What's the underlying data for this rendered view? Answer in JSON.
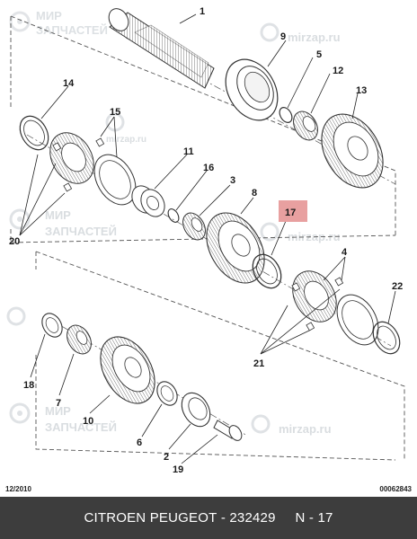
{
  "watermark": {
    "brand_line1": "МИР",
    "brand_line2": "ЗАПЧАСТЕЙ",
    "site": "mirzap.ru"
  },
  "callouts": {
    "c1": "1",
    "c2": "2",
    "c3": "3",
    "c4": "4",
    "c5": "5",
    "c6": "6",
    "c7": "7",
    "c8": "8",
    "c9": "9",
    "c10": "10",
    "c11": "11",
    "c12": "12",
    "c13": "13",
    "c14": "14",
    "c15": "15",
    "c16": "16",
    "c17": "17",
    "c18": "18",
    "c19": "19",
    "c20": "20",
    "c21": "21",
    "c22": "22"
  },
  "highlight_color": "#e8a0a0",
  "meta": {
    "date": "12/2010",
    "code": "00062843"
  },
  "footer": {
    "brand": "CITROEN PEUGEOT",
    "sep": " - ",
    "part_no": "232429",
    "gap": "     ",
    "ref": "N - 17"
  }
}
